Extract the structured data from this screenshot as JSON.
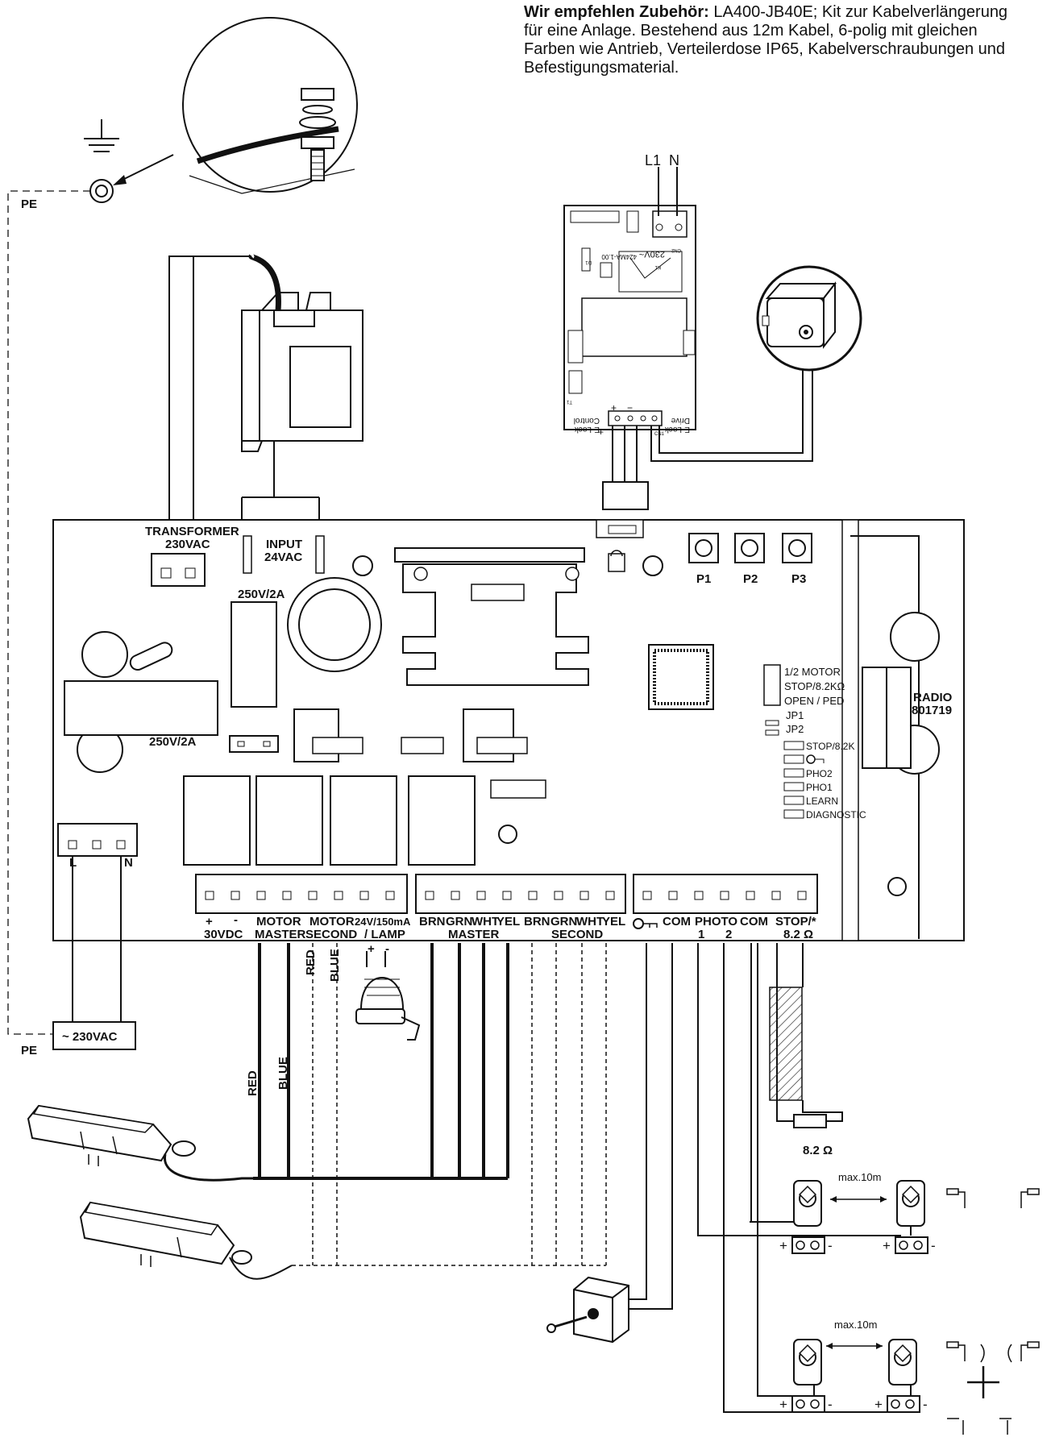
{
  "note": {
    "heading": "Wir empfehlen Zubehör:",
    "line1": "LA400-JB40E; Kit zur Kabelverlängerung",
    "line2": "für eine Anlage. Bestehend aus 12m Kabel, 6-polig mit gleichen",
    "line3": "Farben wie Antrieb, Verteilerdose IP65, Kabelverschraubungen und",
    "line4": "Befestigungsmaterial."
  },
  "pe_label": "PE",
  "pe_label_2": "PE",
  "mains": {
    "l1": "L1",
    "n": "N",
    "supply": "~ 230VAC",
    "terminal_l": "L",
    "terminal_n": "N"
  },
  "lock_module": {
    "model": "424MA-1.00",
    "voltage": "230V~",
    "cn2": "CN2",
    "k1": "K1",
    "d1": "D1",
    "t1": "T1",
    "cn1": "CN1",
    "plus": "+",
    "minus": "−",
    "control_1": "E-Lock",
    "control_2": "Control",
    "drive_1": "E-Lock",
    "drive_2": "Drive",
    "plus_left": "+"
  },
  "board": {
    "transformer_1": "TRANSFORMER",
    "transformer_2": "230VAC",
    "input_1": "INPUT",
    "input_2": "24VAC",
    "fuse_top": "250V/2A",
    "fuse_left": "250V/2A",
    "p1": "P1",
    "p2": "P2",
    "p3": "P3",
    "radio_1": "RADIO",
    "radio_2": "801719",
    "jumpers": [
      "1/2 MOTOR",
      "STOP/8.2KΩ",
      "OPEN / PED",
      "JP1",
      "JP2"
    ],
    "leds": [
      "STOP/8.2K",
      "",
      "PHO2",
      "PHO1",
      "LEARN",
      "DIAGNOSTIC"
    ]
  },
  "terminals": {
    "plus": "+",
    "minus": "-",
    "v30": "30VDC",
    "motor_master_1": "MOTOR",
    "motor_master_2": "MASTER",
    "motor_second_1": "MOTOR",
    "motor_second_2": "SECOND",
    "lamp_1": "24V/150mA",
    "lamp_2": "/ LAMP",
    "lamp_plus": "+",
    "lamp_minus": "-",
    "master_wires": [
      "BRN",
      "GRN",
      "WHT",
      "YEL"
    ],
    "master_label": "MASTER",
    "second_wires": [
      "BRN",
      "GRN",
      "WHT",
      "YEL"
    ],
    "second_label": "SECOND",
    "com1": "COM",
    "photo": "PHOTO",
    "photo_1": "1",
    "photo_2": "2",
    "com2": "COM",
    "stop_1": "STOP/*",
    "stop_2": "8.2 Ω"
  },
  "wires": {
    "red": "RED",
    "blue": "BLUE",
    "red2": "RED",
    "blue2": "BLUE"
  },
  "resistor": "8.2 Ω",
  "photocells": {
    "distance_1": "max.10m",
    "distance_2": "max.10m",
    "plus": "+",
    "minus": "-"
  }
}
